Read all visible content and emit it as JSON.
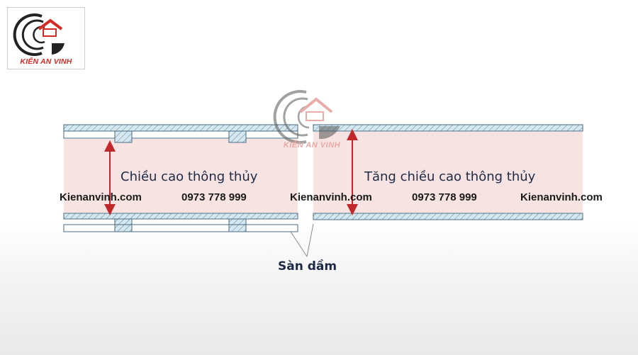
{
  "logo": {
    "text": "KIẾN AN VINH",
    "brand_color": "#d42a24"
  },
  "watermark_logo": {
    "text": "KIẾN AN VINH"
  },
  "left_panel": {
    "label": "Chiều cao thông thủy"
  },
  "right_panel": {
    "label": "Tăng chiều cao thông thủy"
  },
  "caption": "Sàn dầm",
  "watermarks": [
    "Kienanvinh.com",
    "0973 778 999",
    "Kienanvinh.com",
    "0973 778 999",
    "Kienanvinh.com"
  ],
  "colors": {
    "slab_fill": "#d6e8ef",
    "slab_stroke": "#4a6a82",
    "room_fill": "#f7e4e2",
    "arrow": "#c0282c",
    "text": "#1e2a45"
  }
}
